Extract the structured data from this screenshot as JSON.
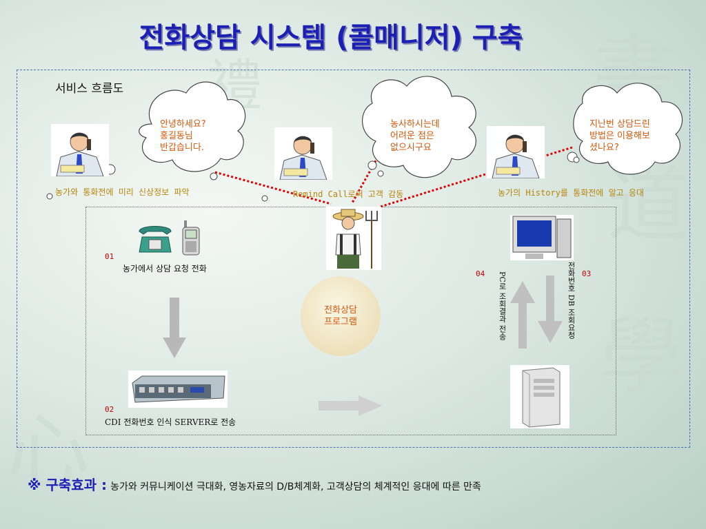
{
  "title": "전화상담 시스템 (콜매니저) 구축",
  "flow_label": "서비스 흐름도",
  "clouds": [
    {
      "lines": [
        "안녕하세요?",
        "홍길동님",
        "반갑습니다."
      ]
    },
    {
      "lines": [
        "농사하시는데",
        "어려운 점은",
        "없으시구요"
      ]
    },
    {
      "lines": [
        "지난번 상담드린",
        "방법은 이용해보",
        "셨나요?"
      ]
    }
  ],
  "captions": {
    "left": "농가와 통화전에 미리 신상정보 파악",
    "middle": "Remind Call로써 고객 감동",
    "right": "농가의 History를 통화전에 알고 응대"
  },
  "steps": {
    "s01_num": "01",
    "s01_text": "농가에서 상담 요청 전화",
    "s02_num": "02",
    "s02_text": "CDI 전화번호 인식 SERVER로 전송",
    "s03_num": "03",
    "s03_text": "전화번호 DB 조회요청",
    "s04_num": "04",
    "s04_text": "PC로 조회결과 전송"
  },
  "program": {
    "line1": "전화상담",
    "line2": "프로그램"
  },
  "effect": {
    "label": "※ 구축효과 :",
    "text": "농가와 커뮤니케이션 극대화, 영농자료의 D/B체계화, 고객상담의 체계적인 응대에 따른 만족"
  },
  "colors": {
    "title": "#1b1fb4",
    "cloud_text": "#d4570a",
    "caption": "#b8860b",
    "step_num": "#c00000",
    "dotted_line": "#e00000"
  }
}
